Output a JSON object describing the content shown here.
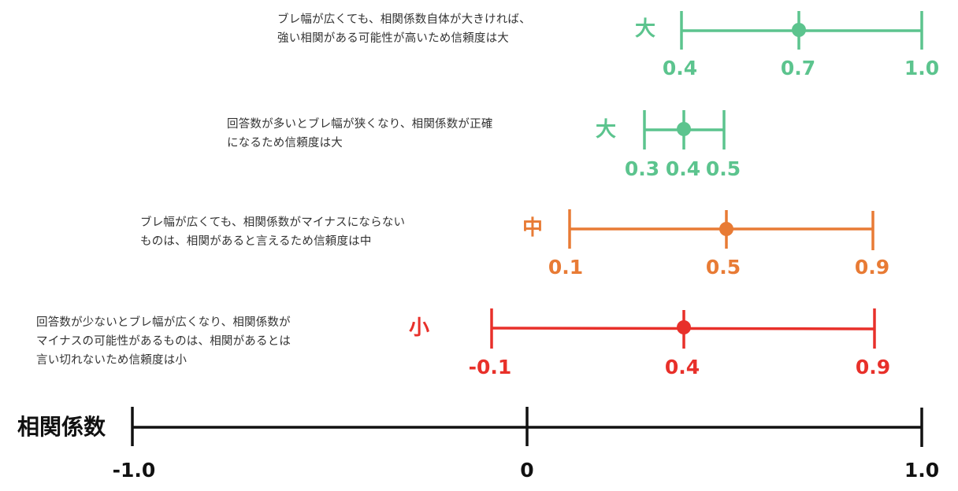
{
  "colors": {
    "high": "#5cc48e",
    "medium": "#e87b35",
    "low": "#e8302a",
    "axis": "#111111",
    "text": "#333333"
  },
  "rows": [
    {
      "note": "ブレ幅が広くても、相関係数自体が大きければ、\n強い相関がある可能性が高いため信頼度は大",
      "level": "大",
      "lower": "0.4",
      "point": "0.7",
      "upper": "1.0"
    },
    {
      "note": "回答数が多いとブレ幅が狭くなり、相関係数が正確\nになるため信頼度は大",
      "level": "大",
      "lower": "0.3",
      "point": "0.4",
      "upper": "0.5"
    },
    {
      "note": "ブレ幅が広くても、相関係数がマイナスにならない\nものは、相関があると言えるため信頼度は中",
      "level": "中",
      "lower": "0.1",
      "point": "0.5",
      "upper": "0.9"
    },
    {
      "note": "回答数が少ないとブレ幅が広くなり、相関係数が\nマイナスの可能性があるものは、相関があるとは\n言い切れないため信頼度は小",
      "level": "小",
      "lower": "-0.1",
      "point": "0.4",
      "upper": "0.9"
    }
  ],
  "axis": {
    "title": "相関係数",
    "ticks": [
      "-1.0",
      "0",
      "1.0"
    ]
  },
  "chart_data": {
    "type": "errorbar",
    "title": "",
    "xlabel": "相関係数",
    "xlim": [
      -1.0,
      1.0
    ],
    "x_ticks": [
      -1.0,
      0,
      1.0
    ],
    "series": [
      {
        "name": "大",
        "reliability": "high",
        "color": "#5cc48e",
        "lower": 0.4,
        "value": 0.7,
        "upper": 1.0,
        "annotation": "ブレ幅が広くても、相関係数自体が大きければ、強い相関がある可能性が高いため信頼度は大"
      },
      {
        "name": "大",
        "reliability": "high",
        "color": "#5cc48e",
        "lower": 0.3,
        "value": 0.4,
        "upper": 0.5,
        "annotation": "回答数が多いとブレ幅が狭くなり、相関係数が正確になるため信頼度は大"
      },
      {
        "name": "中",
        "reliability": "medium",
        "color": "#e87b35",
        "lower": 0.1,
        "value": 0.5,
        "upper": 0.9,
        "annotation": "ブレ幅が広くても、相関係数がマイナスにならないものは、相関があると言えるため信頼度は中"
      },
      {
        "name": "小",
        "reliability": "low",
        "color": "#e8302a",
        "lower": -0.1,
        "value": 0.4,
        "upper": 0.9,
        "annotation": "回答数が少ないとブレ幅が広くなり、相関係数がマイナスの可能性があるものは、相関があるとは言い切れないため信頼度は小"
      }
    ]
  }
}
